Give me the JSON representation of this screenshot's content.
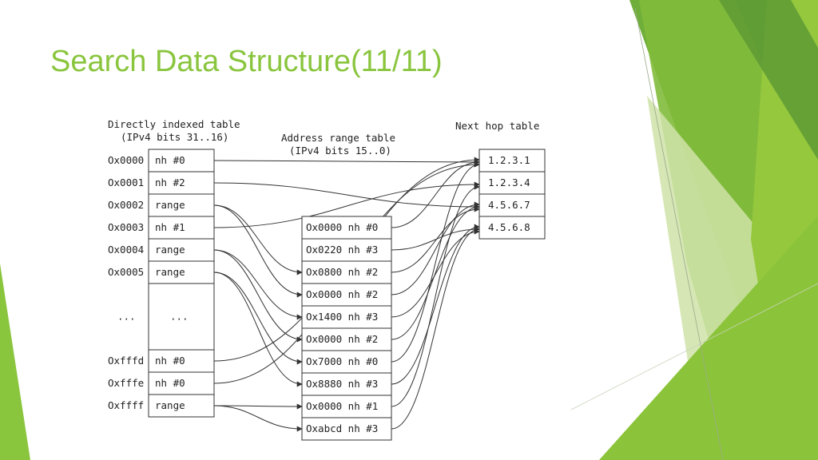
{
  "slide": {
    "title": "Search Data Structure(11/11)",
    "accent_color": "#8ac53e"
  },
  "diagram": {
    "direct_table": {
      "header_line1": "Directly indexed table",
      "header_line2": "(IPv4 bits 31..16)",
      "rows": [
        {
          "index": "Ox0000",
          "value": "nh #0"
        },
        {
          "index": "Ox0001",
          "value": "nh #2"
        },
        {
          "index": "Ox0002",
          "value": "range"
        },
        {
          "index": "Ox0003",
          "value": "nh #1"
        },
        {
          "index": "Ox0004",
          "value": "range"
        },
        {
          "index": "Ox0005",
          "value": "range"
        },
        {
          "index": "...",
          "value": "..."
        },
        {
          "index": "Oxfffd",
          "value": "nh #0"
        },
        {
          "index": "Oxfffe",
          "value": "nh #0"
        },
        {
          "index": "Oxffff",
          "value": "range"
        }
      ]
    },
    "range_table": {
      "header_line1": "Address range table",
      "header_line2": "(IPv4 bits 15..0)",
      "rows": [
        "Ox0000 nh #0",
        "Ox0220 nh #3",
        "Ox0800 nh #2",
        "Ox0000 nh #2",
        "Ox1400 nh #3",
        "Ox0000 nh #2",
        "Ox7000 nh #0",
        "Ox8880 nh #3",
        "Ox0000 nh #1",
        "Oxabcd nh #3"
      ]
    },
    "next_hop_table": {
      "header": "Next hop table",
      "rows": [
        "1.2.3.1",
        "1.2.3.4",
        "4.5.6.7",
        "4.5.6.8"
      ]
    }
  }
}
